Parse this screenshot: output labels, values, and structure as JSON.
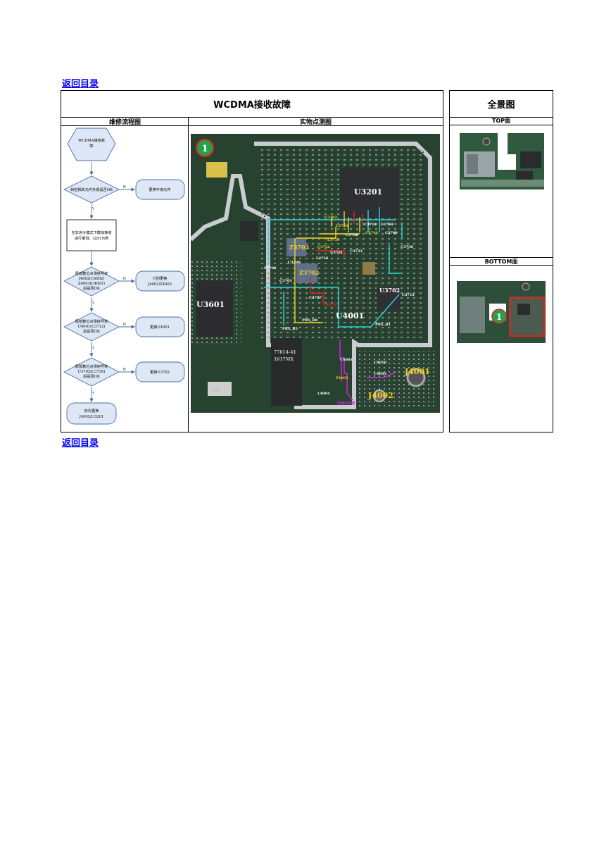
{
  "nav": {
    "back_label": "返回目录"
  },
  "table": {
    "title": "WCDMA接收故障",
    "col_flow": "维修流程图",
    "col_photo": "实物点测图",
    "col_overview": "全景图",
    "top_label": "TOP面",
    "bottom_label": "BOTTOM面"
  },
  "flowchart": {
    "start": [
      "WCDMA接收故",
      "障"
    ],
    "q1": "目检相关元件外观是否OK",
    "a1": "更换不良元件",
    "step": [
      "在非信令模式下模拟接收",
      "进行量测，以B1为例"
    ],
    "q2": [
      "局部着位点测信号校",
      "J4002(C4002)",
      "Z4003(C4001)",
      "后是否OK"
    ],
    "a2": [
      "分别更换",
      "J4002/Z4003"
    ],
    "q3": [
      "局部着位点测信号校",
      "U4001(C3712)",
      "后是否OK"
    ],
    "a3": "更换U4001",
    "q4": [
      "局部着位点测信号校",
      "U3702(C3736)",
      "后是否OK"
    ],
    "a4": "更换U3702",
    "end": [
      "依次更换",
      "J4002/U3201"
    ],
    "yes": "Y",
    "no": "N"
  },
  "pcb": {
    "marker": "1",
    "chips": [
      "U3201",
      "U3601",
      "U4001",
      "U3702",
      "Z3703",
      "Z3702",
      "J4001",
      "J4002"
    ],
    "small_labels": [
      "C3702",
      "L3764",
      "C3718",
      "L3760",
      "C3708",
      "C3744",
      "C3709",
      "L3739",
      "C3722",
      "U3701",
      "C3723",
      "C3736",
      "L3716",
      "C3709",
      "Z3706",
      "C3701",
      "C3707",
      "PRX_B2",
      "PRX_B8",
      "C3715",
      "PRX_B5",
      "PRX_B1",
      "C4001",
      "C4010",
      "Z4003",
      "C4003",
      "L4004",
      "天线公共端"
    ],
    "chip_marking": [
      "010",
      "77814-41",
      "1617MX"
    ]
  },
  "overview": {
    "marker": "1"
  },
  "colors": {
    "link": "#0000ee",
    "cyan": "#29d3e0",
    "yellow": "#f4d21a",
    "red": "#e8201a",
    "magenta": "#e020e8",
    "flow_border": "#4a6fa5",
    "flow_fill": "#dde7f5"
  }
}
